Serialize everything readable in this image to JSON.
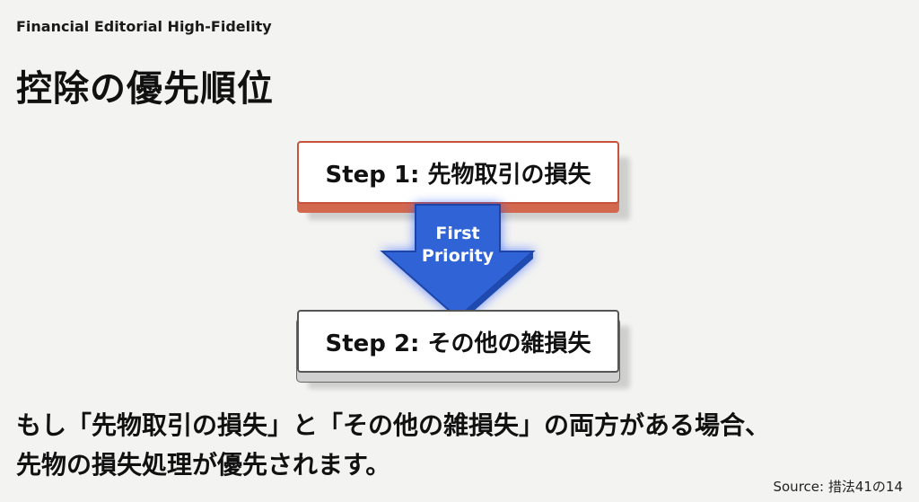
{
  "header": {
    "subtitle": "Financial Editorial High-Fidelity",
    "title": "控除の優先順位"
  },
  "diagram": {
    "step1": "Step 1: 先物取引の損失",
    "arrow_line1": "First",
    "arrow_line2": "Priority",
    "step2": "Step 2: その他の雑損失",
    "colors": {
      "step1_accent": "#c9533a",
      "arrow": "#2f63d6",
      "step2_accent": "#555555"
    }
  },
  "body": {
    "line1": "もし「先物取引の損失」と「その他の雑損失」の両方がある場合、",
    "line2": "先物の損失処理が優先されます。"
  },
  "footer": {
    "source": "Source: 措法41の14"
  }
}
